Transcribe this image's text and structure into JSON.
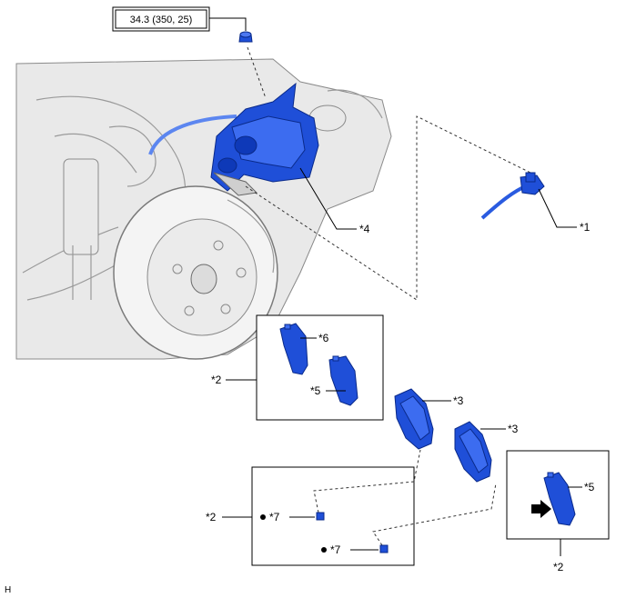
{
  "torque": {
    "value": "34.3 (350, 25)"
  },
  "labels": {
    "item_1": "*1",
    "item_2a": "*2",
    "item_2b": "*2",
    "item_2c": "*2",
    "item_3a": "*3",
    "item_3b": "*3",
    "item_4": "*4",
    "item_5a": "*5",
    "item_5b": "*5",
    "item_6": "*6",
    "item_7a": "*7",
    "item_7b": "*7"
  },
  "corner_mark": "H",
  "colors": {
    "part_highlight": "#1f4fd8",
    "outline": "#000000"
  }
}
